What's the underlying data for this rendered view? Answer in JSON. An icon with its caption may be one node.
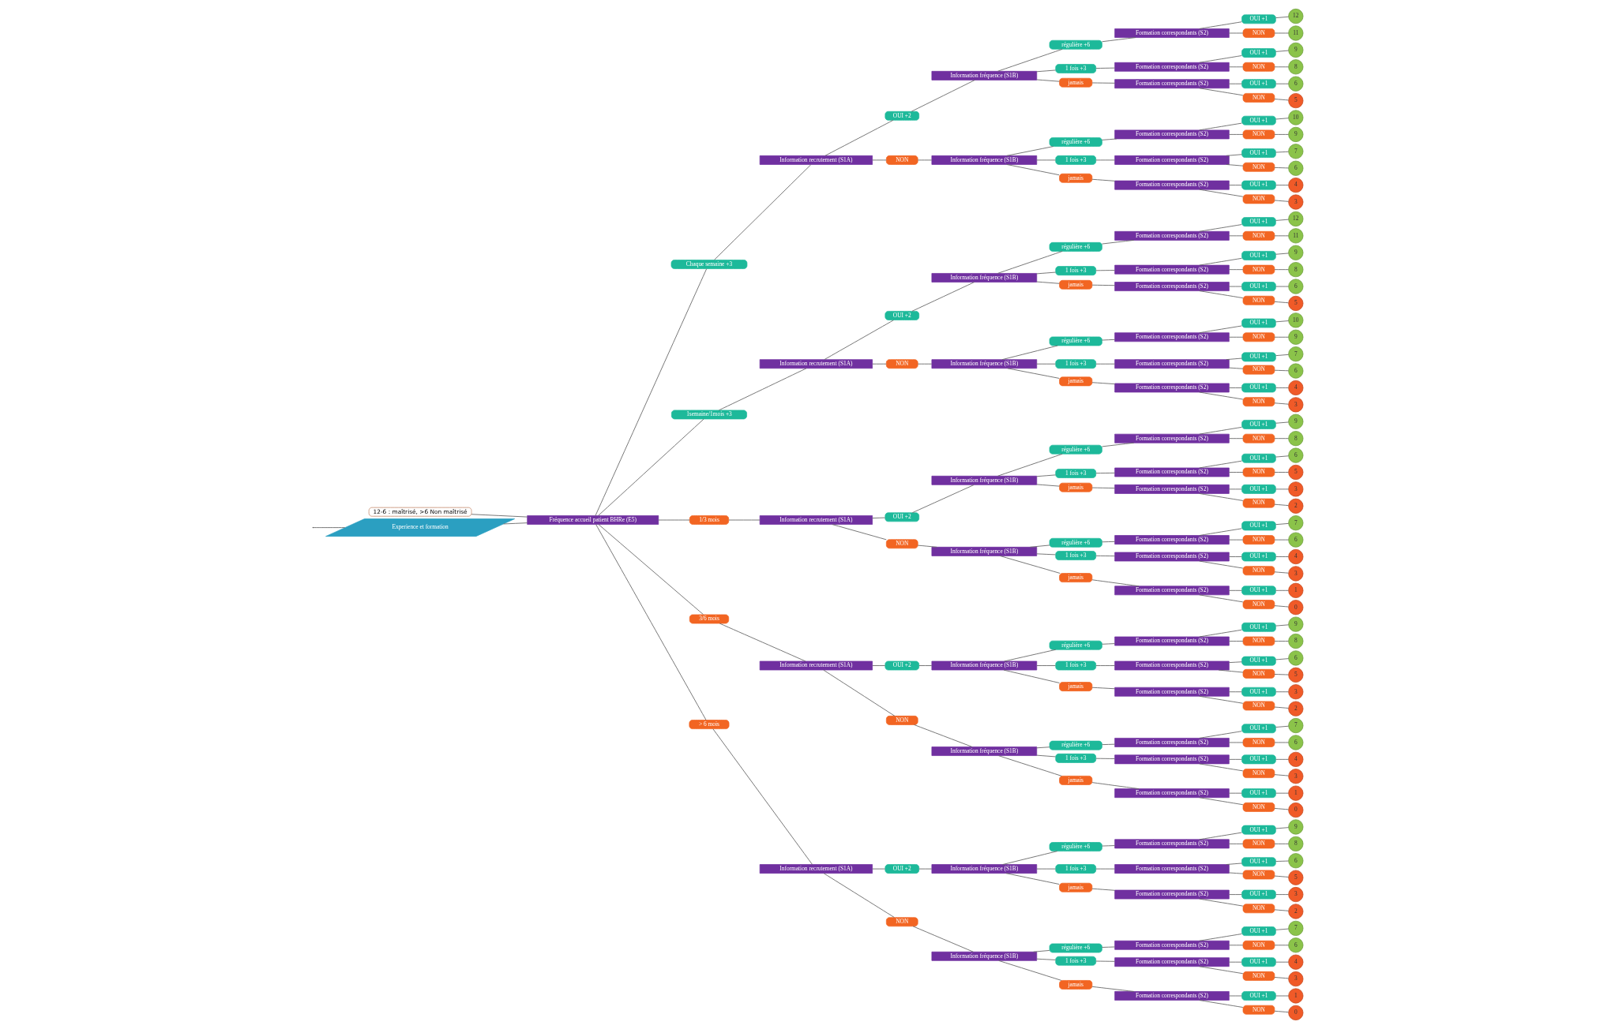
{
  "diagram": {
    "nodes": [
      {
        "text": [
          "Experience et formation"
        ]
      },
      {
        "text": [
          "Fréquence accueil patient BHRe (E5)"
        ]
      },
      {
        "text": [
          "12-6 : maîtrisé, >6 Non maîtrisé"
        ]
      },
      {
        "text": [
          "Chaque semaine +3"
        ]
      },
      {
        "text": [
          "Information recrutement (S1A)"
        ]
      },
      {
        "text": [
          "OUI +2"
        ]
      },
      {
        "text": [
          "Information fréquence (S1B)"
        ]
      },
      {
        "text": [
          "régulière +6"
        ]
      },
      {
        "text": [
          "Formation correspondants (S2)"
        ]
      },
      {
        "text": [
          "OUI +1"
        ]
      },
      {
        "text": [
          "12"
        ]
      },
      {
        "text": [
          "NON"
        ]
      },
      {
        "text": [
          "11"
        ]
      },
      {
        "text": [
          "1 fois +3"
        ]
      },
      {
        "text": [
          "Formation correspondants (S2)"
        ]
      },
      {
        "text": [
          "OUI +1"
        ]
      },
      {
        "text": [
          "9"
        ]
      },
      {
        "text": [
          "NON"
        ]
      },
      {
        "text": [
          "8"
        ]
      },
      {
        "text": [
          "jamais"
        ]
      },
      {
        "text": [
          "Formation correspondants (S2)"
        ]
      },
      {
        "text": [
          "OUI +1"
        ]
      },
      {
        "text": [
          "6"
        ]
      },
      {
        "text": [
          "NON"
        ]
      },
      {
        "text": [
          "5"
        ]
      },
      {
        "text": [
          "NON"
        ]
      },
      {
        "text": [
          "Information fréquence (S1B)"
        ]
      },
      {
        "text": [
          "régulière +6"
        ]
      },
      {
        "text": [
          "Formation correspondants (S2)"
        ]
      },
      {
        "text": [
          "OUI +1"
        ]
      },
      {
        "text": [
          "10"
        ]
      },
      {
        "text": [
          "NON"
        ]
      },
      {
        "text": [
          "9"
        ]
      },
      {
        "text": [
          "1 fois +3"
        ]
      },
      {
        "text": [
          "Formation correspondants (S2)"
        ]
      },
      {
        "text": [
          "OUI +1"
        ]
      },
      {
        "text": [
          "7"
        ]
      },
      {
        "text": [
          "NON"
        ]
      },
      {
        "text": [
          "6"
        ]
      },
      {
        "text": [
          "jamais"
        ]
      },
      {
        "text": [
          "Formation correspondants (S2)"
        ]
      },
      {
        "text": [
          "OUI +1"
        ]
      },
      {
        "text": [
          "4"
        ]
      },
      {
        "text": [
          "NON"
        ]
      },
      {
        "text": [
          "3"
        ]
      },
      {
        "text": [
          "1semaine/1mois +3"
        ]
      },
      {
        "text": [
          "Information recrutement (S1A)"
        ]
      },
      {
        "text": [
          "OUI +2"
        ]
      },
      {
        "text": [
          "Information fréquence (S1B)"
        ]
      },
      {
        "text": [
          "régulière +6"
        ]
      },
      {
        "text": [
          "Formation correspondants (S2)"
        ]
      },
      {
        "text": [
          "OUI +1"
        ]
      },
      {
        "text": [
          "12"
        ]
      },
      {
        "text": [
          "NON"
        ]
      },
      {
        "text": [
          "11"
        ]
      },
      {
        "text": [
          "1 fois +3"
        ]
      },
      {
        "text": [
          "Formation correspondants (S2)"
        ]
      },
      {
        "text": [
          "OUI +1"
        ]
      },
      {
        "text": [
          "9"
        ]
      },
      {
        "text": [
          "NON"
        ]
      },
      {
        "text": [
          "8"
        ]
      },
      {
        "text": [
          "jamais"
        ]
      },
      {
        "text": [
          "Formation correspondants (S2)"
        ]
      },
      {
        "text": [
          "OUI +1"
        ]
      },
      {
        "text": [
          "6"
        ]
      },
      {
        "text": [
          "NON"
        ]
      },
      {
        "text": [
          "5"
        ]
      },
      {
        "text": [
          "NON"
        ]
      },
      {
        "text": [
          "Information fréquence (S1B)"
        ]
      },
      {
        "text": [
          "régulière +6"
        ]
      },
      {
        "text": [
          "Formation correspondants (S2)"
        ]
      },
      {
        "text": [
          "OUI +1"
        ]
      },
      {
        "text": [
          "10"
        ]
      },
      {
        "text": [
          "NON"
        ]
      },
      {
        "text": [
          "9"
        ]
      },
      {
        "text": [
          "1 fois +3"
        ]
      },
      {
        "text": [
          "Formation correspondants (S2)"
        ]
      },
      {
        "text": [
          "OUI +1"
        ]
      },
      {
        "text": [
          "7"
        ]
      },
      {
        "text": [
          "NON"
        ]
      },
      {
        "text": [
          "6"
        ]
      },
      {
        "text": [
          "jamais"
        ]
      },
      {
        "text": [
          "Formation correspondants (S2)"
        ]
      },
      {
        "text": [
          "OUI +1"
        ]
      },
      {
        "text": [
          "4"
        ]
      },
      {
        "text": [
          "NON"
        ]
      },
      {
        "text": [
          "3"
        ]
      },
      {
        "text": [
          "1/3 mois"
        ]
      },
      {
        "text": [
          "Information recrutement (S1A)"
        ]
      },
      {
        "text": [
          "OUI +2"
        ]
      },
      {
        "text": [
          "Information fréquence (S1B)"
        ]
      },
      {
        "text": [
          "régulière +6"
        ]
      },
      {
        "text": [
          "Formation correspondants (S2)"
        ]
      },
      {
        "text": [
          "OUI +1"
        ]
      },
      {
        "text": [
          "9"
        ]
      },
      {
        "text": [
          "NON"
        ]
      },
      {
        "text": [
          "8"
        ]
      },
      {
        "text": [
          "1 fois +3"
        ]
      },
      {
        "text": [
          "Formation correspondants (S2)"
        ]
      },
      {
        "text": [
          "OUI +1"
        ]
      },
      {
        "text": [
          "6"
        ]
      },
      {
        "text": [
          "NON"
        ]
      },
      {
        "text": [
          "5"
        ]
      },
      {
        "text": [
          "jamais"
        ]
      },
      {
        "text": [
          "Formation correspondants (S2)"
        ]
      },
      {
        "text": [
          "OUI +1"
        ]
      },
      {
        "text": [
          "3"
        ]
      },
      {
        "text": [
          "NON"
        ]
      },
      {
        "text": [
          "2"
        ]
      },
      {
        "text": [
          "NON"
        ]
      },
      {
        "text": [
          "Information fréquence (S1B)"
        ]
      },
      {
        "text": [
          "régulière +6"
        ]
      },
      {
        "text": [
          "Formation correspondants (S2)"
        ]
      },
      {
        "text": [
          "OUI +1"
        ]
      },
      {
        "text": [
          "7"
        ]
      },
      {
        "text": [
          "NON"
        ]
      },
      {
        "text": [
          "6"
        ]
      },
      {
        "text": [
          "1 fois +3"
        ]
      },
      {
        "text": [
          "Formation correspondants (S2)"
        ]
      },
      {
        "text": [
          "OUI +1"
        ]
      },
      {
        "text": [
          "4"
        ]
      },
      {
        "text": [
          "NON"
        ]
      },
      {
        "text": [
          "3"
        ]
      },
      {
        "text": [
          "jamais"
        ]
      },
      {
        "text": [
          "Formation correspondants (S2)"
        ]
      },
      {
        "text": [
          "OUI +1"
        ]
      },
      {
        "text": [
          "1"
        ]
      },
      {
        "text": [
          "NON"
        ]
      },
      {
        "text": [
          "0"
        ]
      },
      {
        "text": [
          "3/6 mois"
        ]
      },
      {
        "text": [
          "Information recrutement (S1A)"
        ]
      },
      {
        "text": [
          "OUI +2"
        ]
      },
      {
        "text": [
          "Information fréquence (S1B)"
        ]
      },
      {
        "text": [
          "régulière +6"
        ]
      },
      {
        "text": [
          "Formation correspondants (S2)"
        ]
      },
      {
        "text": [
          "OUI +1"
        ]
      },
      {
        "text": [
          "9"
        ]
      },
      {
        "text": [
          "NON"
        ]
      },
      {
        "text": [
          "8"
        ]
      },
      {
        "text": [
          "1 fois +3"
        ]
      },
      {
        "text": [
          "Formation correspondants (S2)"
        ]
      },
      {
        "text": [
          "OUI +1"
        ]
      },
      {
        "text": [
          "6"
        ]
      },
      {
        "text": [
          "NON"
        ]
      },
      {
        "text": [
          "5"
        ]
      },
      {
        "text": [
          "jamais"
        ]
      },
      {
        "text": [
          "Formation correspondants (S2)"
        ]
      },
      {
        "text": [
          "OUI +1"
        ]
      },
      {
        "text": [
          "3"
        ]
      },
      {
        "text": [
          "NON"
        ]
      },
      {
        "text": [
          "2"
        ]
      },
      {
        "text": [
          "NON"
        ]
      },
      {
        "text": [
          "Information fréquence (S1B)"
        ]
      },
      {
        "text": [
          "régulière +6"
        ]
      },
      {
        "text": [
          "Formation correspondants (S2)"
        ]
      },
      {
        "text": [
          "OUI +1"
        ]
      },
      {
        "text": [
          "7"
        ]
      },
      {
        "text": [
          "NON"
        ]
      },
      {
        "text": [
          "6"
        ]
      },
      {
        "text": [
          "1 fois +3"
        ]
      },
      {
        "text": [
          "Formation correspondants (S2)"
        ]
      },
      {
        "text": [
          "OUI +1"
        ]
      },
      {
        "text": [
          "4"
        ]
      },
      {
        "text": [
          "NON"
        ]
      },
      {
        "text": [
          "3"
        ]
      },
      {
        "text": [
          "jamais"
        ]
      },
      {
        "text": [
          "Formation correspondants (S2)"
        ]
      },
      {
        "text": [
          "OUI +1"
        ]
      },
      {
        "text": [
          "1"
        ]
      },
      {
        "text": [
          "NON"
        ]
      },
      {
        "text": [
          "0"
        ]
      },
      {
        "text": [
          "> 6 mois"
        ]
      },
      {
        "text": [
          "Information recrutement (S1A)"
        ]
      },
      {
        "text": [
          "OUI +2"
        ]
      },
      {
        "text": [
          "Information fréquence (S1B)"
        ]
      },
      {
        "text": [
          "régulière +6"
        ]
      },
      {
        "text": [
          "Formation correspondants (S2)"
        ]
      },
      {
        "text": [
          "OUI +1"
        ]
      },
      {
        "text": [
          "9"
        ]
      },
      {
        "text": [
          "NON"
        ]
      },
      {
        "text": [
          "8"
        ]
      },
      {
        "text": [
          "1 fois +3"
        ]
      },
      {
        "text": [
          "Formation correspondants (S2)"
        ]
      },
      {
        "text": [
          "OUI +1"
        ]
      },
      {
        "text": [
          "6"
        ]
      },
      {
        "text": [
          "NON"
        ]
      },
      {
        "text": [
          "5"
        ]
      },
      {
        "text": [
          "jamais"
        ]
      },
      {
        "text": [
          "Formation correspondants (S2)"
        ]
      },
      {
        "text": [
          "OUI +1"
        ]
      },
      {
        "text": [
          "3"
        ]
      },
      {
        "text": [
          "NON"
        ]
      },
      {
        "text": [
          "2"
        ]
      },
      {
        "text": [
          "NON"
        ]
      },
      {
        "text": [
          "Information fréquence (S1B)"
        ]
      },
      {
        "text": [
          "régulière +6"
        ]
      },
      {
        "text": [
          "Formation correspondants (S2)"
        ]
      },
      {
        "text": [
          "OUI +1"
        ]
      },
      {
        "text": [
          "7"
        ]
      },
      {
        "text": [
          "NON"
        ]
      },
      {
        "text": [
          "6"
        ]
      },
      {
        "text": [
          "1 fois +3"
        ]
      },
      {
        "text": [
          "Formation correspondants (S2)"
        ]
      },
      {
        "text": [
          "OUI +1"
        ]
      },
      {
        "text": [
          "4"
        ]
      },
      {
        "text": [
          "NON"
        ]
      },
      {
        "text": [
          "3"
        ]
      },
      {
        "text": [
          "jamais"
        ]
      },
      {
        "text": [
          "Formation correspondants (S2)"
        ]
      },
      {
        "text": [
          "OUI +1"
        ]
      },
      {
        "text": [
          "1"
        ]
      },
      {
        "text": [
          "NON"
        ]
      },
      {
        "text": [
          "0"
        ]
      }
    ],
    "edges": [
      {
        "from": null,
        "to": 0,
        "arrow": "none"
      },
      {
        "from": 0,
        "to": 1,
        "arrow": "none"
      },
      {
        "from": 2,
        "to": 1,
        "arrow": "none"
      },
      {
        "from": 1,
        "to": 3,
        "arrow": "none"
      },
      {
        "from": 3,
        "to": 4,
        "arrow": "none"
      },
      {
        "from": 4,
        "to": 5,
        "arrow": "none"
      },
      {
        "from": 5,
        "to": 6,
        "arrow": "none"
      },
      {
        "from": 6,
        "to": 7,
        "arrow": "none"
      },
      {
        "from": 7,
        "to": 8,
        "arrow": "none"
      },
      {
        "from": 8,
        "to": 9,
        "arrow": "none"
      },
      {
        "from": 9,
        "to": 10,
        "arrow": "none"
      },
      {
        "from": 8,
        "to": 11,
        "arrow": "none"
      },
      {
        "from": 11,
        "to": 12,
        "arrow": "none"
      },
      {
        "from": 6,
        "to": 13,
        "arrow": "none"
      },
      {
        "from": 13,
        "to": 14,
        "arrow": "none"
      },
      {
        "from": 14,
        "to": 15,
        "arrow": "none"
      },
      {
        "from": 15,
        "to": 16,
        "arrow": "none"
      },
      {
        "from": 14,
        "to": 17,
        "arrow": "none"
      },
      {
        "from": 17,
        "to": 18,
        "arrow": "none"
      },
      {
        "from": 6,
        "to": 19,
        "arrow": "none"
      },
      {
        "from": 19,
        "to": 20,
        "arrow": "none"
      },
      {
        "from": 20,
        "to": 21,
        "arrow": "none"
      },
      {
        "from": 21,
        "to": 22,
        "arrow": "none"
      },
      {
        "from": 20,
        "to": 23,
        "arrow": "none"
      },
      {
        "from": 23,
        "to": 24,
        "arrow": "none"
      },
      {
        "from": 4,
        "to": 25,
        "arrow": "none"
      },
      {
        "from": 25,
        "to": 26,
        "arrow": "none"
      },
      {
        "from": 26,
        "to": 27,
        "arrow": "none"
      },
      {
        "from": 27,
        "to": 28,
        "arrow": "none"
      },
      {
        "from": 28,
        "to": 29,
        "arrow": "none"
      },
      {
        "from": 29,
        "to": 30,
        "arrow": "none"
      },
      {
        "from": 28,
        "to": 31,
        "arrow": "none"
      },
      {
        "from": 31,
        "to": 32,
        "arrow": "none"
      },
      {
        "from": 26,
        "to": 33,
        "arrow": "none"
      },
      {
        "from": 33,
        "to": 34,
        "arrow": "none"
      },
      {
        "from": 34,
        "to": 35,
        "arrow": "none"
      },
      {
        "from": 35,
        "to": 36,
        "arrow": "none"
      },
      {
        "from": 34,
        "to": 37,
        "arrow": "none"
      },
      {
        "from": 37,
        "to": 38,
        "arrow": "none"
      },
      {
        "from": 26,
        "to": 39,
        "arrow": "none"
      },
      {
        "from": 39,
        "to": 40,
        "arrow": "none"
      },
      {
        "from": 40,
        "to": 41,
        "arrow": "none"
      },
      {
        "from": 41,
        "to": 42,
        "arrow": "none"
      },
      {
        "from": 40,
        "to": 43,
        "arrow": "none"
      },
      {
        "from": 43,
        "to": 44,
        "arrow": "none"
      },
      {
        "from": 1,
        "to": 45,
        "arrow": "none"
      },
      {
        "from": 45,
        "to": 46,
        "arrow": "none"
      },
      {
        "from": 46,
        "to": 47,
        "arrow": "none"
      },
      {
        "from": 47,
        "to": 48,
        "arrow": "none"
      },
      {
        "from": 48,
        "to": 49,
        "arrow": "none"
      },
      {
        "from": 49,
        "to": 50,
        "arrow": "none"
      },
      {
        "from": 50,
        "to": 51,
        "arrow": "none"
      },
      {
        "from": 51,
        "to": 52,
        "arrow": "none"
      },
      {
        "from": 50,
        "to": 53,
        "arrow": "none"
      },
      {
        "from": 53,
        "to": 54,
        "arrow": "none"
      },
      {
        "from": 48,
        "to": 55,
        "arrow": "none"
      },
      {
        "from": 55,
        "to": 56,
        "arrow": "none"
      },
      {
        "from": 56,
        "to": 57,
        "arrow": "none"
      },
      {
        "from": 57,
        "to": 58,
        "arrow": "none"
      },
      {
        "from": 56,
        "to": 59,
        "arrow": "none"
      },
      {
        "from": 59,
        "to": 60,
        "arrow": "none"
      },
      {
        "from": 48,
        "to": 61,
        "arrow": "none"
      },
      {
        "from": 61,
        "to": 62,
        "arrow": "none"
      },
      {
        "from": 62,
        "to": 63,
        "arrow": "none"
      },
      {
        "from": 63,
        "to": 64,
        "arrow": "none"
      },
      {
        "from": 62,
        "to": 65,
        "arrow": "none"
      },
      {
        "from": 65,
        "to": 66,
        "arrow": "none"
      },
      {
        "from": 46,
        "to": 67,
        "arrow": "none"
      },
      {
        "from": 67,
        "to": 68,
        "arrow": "none"
      },
      {
        "from": 68,
        "to": 69,
        "arrow": "none"
      },
      {
        "from": 69,
        "to": 70,
        "arrow": "none"
      },
      {
        "from": 70,
        "to": 71,
        "arrow": "none"
      },
      {
        "from": 71,
        "to": 72,
        "arrow": "none"
      },
      {
        "from": 70,
        "to": 73,
        "arrow": "none"
      },
      {
        "from": 73,
        "to": 74,
        "arrow": "none"
      },
      {
        "from": 68,
        "to": 75,
        "arrow": "none"
      },
      {
        "from": 75,
        "to": 76,
        "arrow": "none"
      },
      {
        "from": 76,
        "to": 77,
        "arrow": "none"
      },
      {
        "from": 77,
        "to": 78,
        "arrow": "none"
      },
      {
        "from": 76,
        "to": 79,
        "arrow": "none"
      },
      {
        "from": 79,
        "to": 80,
        "arrow": "none"
      },
      {
        "from": 68,
        "to": 81,
        "arrow": "none"
      },
      {
        "from": 81,
        "to": 82,
        "arrow": "none"
      },
      {
        "from": 82,
        "to": 83,
        "arrow": "none"
      },
      {
        "from": 83,
        "to": 84,
        "arrow": "none"
      },
      {
        "from": 82,
        "to": 85,
        "arrow": "none"
      },
      {
        "from": 85,
        "to": 86,
        "arrow": "none"
      },
      {
        "from": 1,
        "to": 87,
        "arrow": "none"
      },
      {
        "from": 87,
        "to": 88,
        "arrow": "none"
      },
      {
        "from": 88,
        "to": 89,
        "arrow": "none"
      },
      {
        "from": 89,
        "to": 90,
        "arrow": "none"
      },
      {
        "from": 90,
        "to": 91,
        "arrow": "none"
      },
      {
        "from": 91,
        "to": 92,
        "arrow": "none"
      },
      {
        "from": 92,
        "to": 93,
        "arrow": "none"
      },
      {
        "from": 93,
        "to": 94,
        "arrow": "none"
      },
      {
        "from": 92,
        "to": 95,
        "arrow": "none"
      },
      {
        "from": 95,
        "to": 96,
        "arrow": "none"
      },
      {
        "from": 90,
        "to": 97,
        "arrow": "none"
      },
      {
        "from": 97,
        "to": 98,
        "arrow": "none"
      },
      {
        "from": 98,
        "to": 99,
        "arrow": "none"
      },
      {
        "from": 99,
        "to": 100,
        "arrow": "none"
      },
      {
        "from": 98,
        "to": 101,
        "arrow": "none"
      },
      {
        "from": 101,
        "to": 102,
        "arrow": "none"
      },
      {
        "from": 90,
        "to": 103,
        "arrow": "none"
      },
      {
        "from": 103,
        "to": 104,
        "arrow": "none"
      },
      {
        "from": 104,
        "to": 105,
        "arrow": "none"
      },
      {
        "from": 105,
        "to": 106,
        "arrow": "none"
      },
      {
        "from": 104,
        "to": 107,
        "arrow": "none"
      },
      {
        "from": 107,
        "to": 108,
        "arrow": "none"
      },
      {
        "from": 88,
        "to": 109,
        "arrow": "none"
      },
      {
        "from": 109,
        "to": 110,
        "arrow": "none"
      },
      {
        "from": 110,
        "to": 111,
        "arrow": "none"
      },
      {
        "from": 111,
        "to": 112,
        "arrow": "none"
      },
      {
        "from": 112,
        "to": 113,
        "arrow": "none"
      },
      {
        "from": 113,
        "to": 114,
        "arrow": "none"
      },
      {
        "from": 112,
        "to": 115,
        "arrow": "none"
      },
      {
        "from": 115,
        "to": 116,
        "arrow": "none"
      },
      {
        "from": 110,
        "to": 117,
        "arrow": "none"
      },
      {
        "from": 117,
        "to": 118,
        "arrow": "none"
      },
      {
        "from": 118,
        "to": 119,
        "arrow": "none"
      },
      {
        "from": 119,
        "to": 120,
        "arrow": "none"
      },
      {
        "from": 118,
        "to": 121,
        "arrow": "none"
      },
      {
        "from": 121,
        "to": 122,
        "arrow": "none"
      },
      {
        "from": 110,
        "to": 123,
        "arrow": "none"
      },
      {
        "from": 123,
        "to": 124,
        "arrow": "none"
      },
      {
        "from": 124,
        "to": 125,
        "arrow": "none"
      },
      {
        "from": 125,
        "to": 126,
        "arrow": "none"
      },
      {
        "from": 124,
        "to": 127,
        "arrow": "none"
      },
      {
        "from": 127,
        "to": 128,
        "arrow": "none"
      },
      {
        "from": 1,
        "to": 129,
        "arrow": "none"
      },
      {
        "from": 129,
        "to": 130,
        "arrow": "none"
      },
      {
        "from": 130,
        "to": 131,
        "arrow": "none"
      },
      {
        "from": 131,
        "to": 132,
        "arrow": "none"
      },
      {
        "from": 132,
        "to": 133,
        "arrow": "none"
      },
      {
        "from": 133,
        "to": 134,
        "arrow": "none"
      },
      {
        "from": 134,
        "to": 135,
        "arrow": "none"
      },
      {
        "from": 135,
        "to": 136,
        "arrow": "none"
      },
      {
        "from": 134,
        "to": 137,
        "arrow": "none"
      },
      {
        "from": 137,
        "to": 138,
        "arrow": "none"
      },
      {
        "from": 132,
        "to": 139,
        "arrow": "none"
      },
      {
        "from": 139,
        "to": 140,
        "arrow": "none"
      },
      {
        "from": 140,
        "to": 141,
        "arrow": "none"
      },
      {
        "from": 141,
        "to": 142,
        "arrow": "none"
      },
      {
        "from": 140,
        "to": 143,
        "arrow": "none"
      },
      {
        "from": 143,
        "to": 144,
        "arrow": "none"
      },
      {
        "from": 132,
        "to": 145,
        "arrow": "none"
      },
      {
        "from": 145,
        "to": 146,
        "arrow": "none"
      },
      {
        "from": 146,
        "to": 147,
        "arrow": "none"
      },
      {
        "from": 147,
        "to": 148,
        "arrow": "none"
      },
      {
        "from": 146,
        "to": 149,
        "arrow": "none"
      },
      {
        "from": 149,
        "to": 150,
        "arrow": "none"
      },
      {
        "from": 130,
        "to": 151,
        "arrow": "none"
      },
      {
        "from": 151,
        "to": 152,
        "arrow": "none"
      },
      {
        "from": 152,
        "to": 153,
        "arrow": "none"
      },
      {
        "from": 153,
        "to": 154,
        "arrow": "none"
      },
      {
        "from": 154,
        "to": 155,
        "arrow": "none"
      },
      {
        "from": 155,
        "to": 156,
        "arrow": "none"
      },
      {
        "from": 154,
        "to": 157,
        "arrow": "none"
      },
      {
        "from": 157,
        "to": 158,
        "arrow": "none"
      },
      {
        "from": 152,
        "to": 159,
        "arrow": "none"
      },
      {
        "from": 159,
        "to": 160,
        "arrow": "none"
      },
      {
        "from": 160,
        "to": 161,
        "arrow": "none"
      },
      {
        "from": 161,
        "to": 162,
        "arrow": "none"
      },
      {
        "from": 160,
        "to": 163,
        "arrow": "none"
      },
      {
        "from": 163,
        "to": 164,
        "arrow": "none"
      },
      {
        "from": 152,
        "to": 165,
        "arrow": "none"
      },
      {
        "from": 165,
        "to": 166,
        "arrow": "none"
      },
      {
        "from": 166,
        "to": 167,
        "arrow": "none"
      },
      {
        "from": 167,
        "to": 168,
        "arrow": "none"
      },
      {
        "from": 166,
        "to": 169,
        "arrow": "none"
      },
      {
        "from": 169,
        "to": 170,
        "arrow": "none"
      },
      {
        "from": 1,
        "to": 171,
        "arrow": "none"
      },
      {
        "from": 171,
        "to": 172,
        "arrow": "none"
      },
      {
        "from": 172,
        "to": 173,
        "arrow": "none"
      },
      {
        "from": 173,
        "to": 174,
        "arrow": "none"
      },
      {
        "from": 174,
        "to": 175,
        "arrow": "none"
      },
      {
        "from": 175,
        "to": 176,
        "arrow": "none"
      },
      {
        "from": 176,
        "to": 177,
        "arrow": "none"
      },
      {
        "from": 177,
        "to": 178,
        "arrow": "none"
      },
      {
        "from": 176,
        "to": 179,
        "arrow": "none"
      },
      {
        "from": 179,
        "to": 180,
        "arrow": "none"
      },
      {
        "from": 174,
        "to": 181,
        "arrow": "none"
      },
      {
        "from": 181,
        "to": 182,
        "arrow": "none"
      },
      {
        "from": 182,
        "to": 183,
        "arrow": "none"
      },
      {
        "from": 183,
        "to": 184,
        "arrow": "none"
      },
      {
        "from": 182,
        "to": 185,
        "arrow": "none"
      },
      {
        "from": 185,
        "to": 186,
        "arrow": "none"
      },
      {
        "from": 174,
        "to": 187,
        "arrow": "none"
      },
      {
        "from": 187,
        "to": 188,
        "arrow": "none"
      },
      {
        "from": 188,
        "to": 189,
        "arrow": "none"
      },
      {
        "from": 189,
        "to": 190,
        "arrow": "none"
      },
      {
        "from": 188,
        "to": 191,
        "arrow": "none"
      },
      {
        "from": 191,
        "to": 192,
        "arrow": "none"
      },
      {
        "from": 172,
        "to": 193,
        "arrow": "none"
      },
      {
        "from": 193,
        "to": 194,
        "arrow": "none"
      },
      {
        "from": 194,
        "to": 195,
        "arrow": "none"
      },
      {
        "from": 195,
        "to": 196,
        "arrow": "none"
      },
      {
        "from": 196,
        "to": 197,
        "arrow": "none"
      },
      {
        "from": 197,
        "to": 198,
        "arrow": "none"
      },
      {
        "from": 196,
        "to": 199,
        "arrow": "none"
      },
      {
        "from": 199,
        "to": 200,
        "arrow": "none"
      },
      {
        "from": 194,
        "to": 201,
        "arrow": "none"
      },
      {
        "from": 201,
        "to": 202,
        "arrow": "none"
      },
      {
        "from": 202,
        "to": 203,
        "arrow": "none"
      },
      {
        "from": 203,
        "to": 204,
        "arrow": "none"
      },
      {
        "from": 202,
        "to": 205,
        "arrow": "none"
      },
      {
        "from": 205,
        "to": 206,
        "arrow": "none"
      },
      {
        "from": 194,
        "to": 207,
        "arrow": "none"
      },
      {
        "from": 207,
        "to": 208,
        "arrow": "none"
      },
      {
        "from": 208,
        "to": 209,
        "arrow": "none"
      },
      {
        "from": 209,
        "to": 210,
        "arrow": "none"
      },
      {
        "from": 208,
        "to": 211,
        "arrow": "none"
      },
      {
        "from": 211,
        "to": 212,
        "arrow": "none"
      }
    ]
  }
}
